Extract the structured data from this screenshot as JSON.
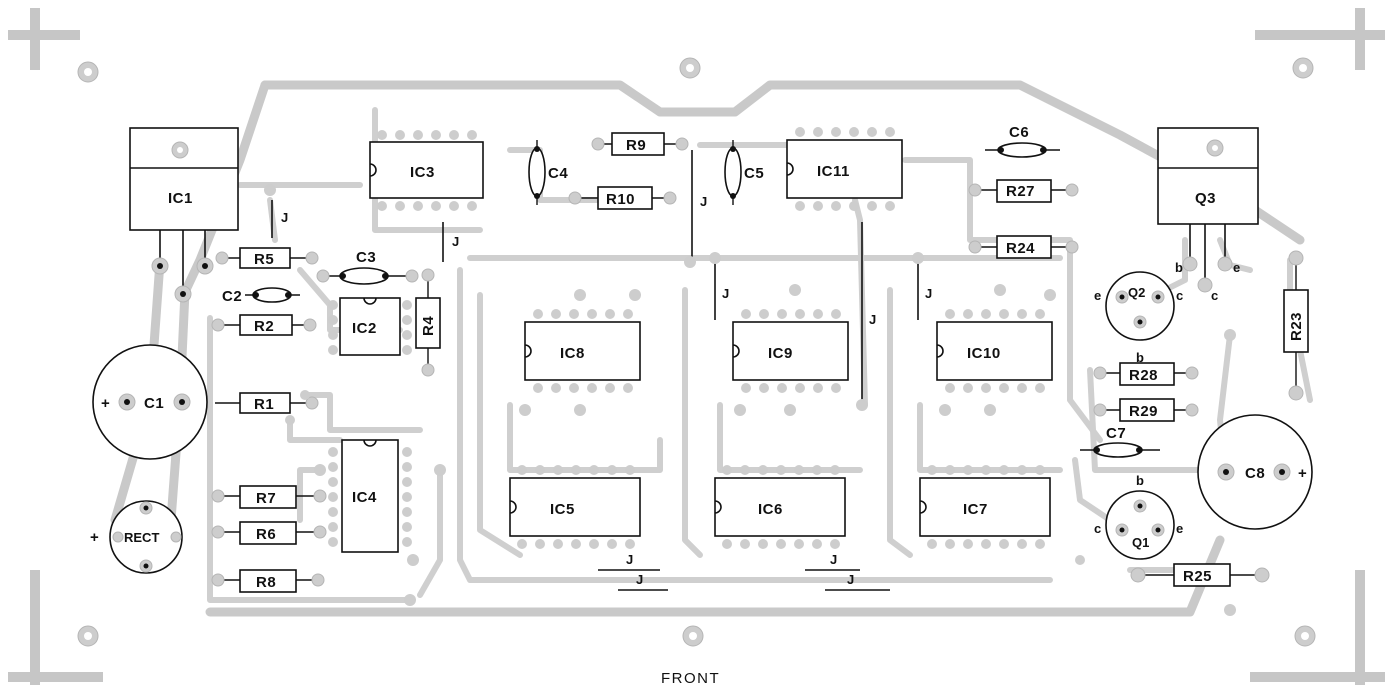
{
  "board": {
    "caption": "FRONT",
    "jumper_label": "J"
  },
  "ics": [
    {
      "id": "ic1",
      "label": "IC1"
    },
    {
      "id": "ic2",
      "label": "IC2"
    },
    {
      "id": "ic3",
      "label": "IC3"
    },
    {
      "id": "ic4",
      "label": "IC4"
    },
    {
      "id": "ic5",
      "label": "IC5"
    },
    {
      "id": "ic6",
      "label": "IC6"
    },
    {
      "id": "ic7",
      "label": "IC7"
    },
    {
      "id": "ic8",
      "label": "IC8"
    },
    {
      "id": "ic9",
      "label": "IC9"
    },
    {
      "id": "ic10",
      "label": "IC10"
    },
    {
      "id": "ic11",
      "label": "IC11"
    },
    {
      "id": "q3",
      "label": "Q3"
    }
  ],
  "resistors": [
    {
      "id": "r1",
      "label": "R1"
    },
    {
      "id": "r2",
      "label": "R2"
    },
    {
      "id": "r4",
      "label": "R4"
    },
    {
      "id": "r5",
      "label": "R5"
    },
    {
      "id": "r6",
      "label": "R6"
    },
    {
      "id": "r7",
      "label": "R7"
    },
    {
      "id": "r8",
      "label": "R8"
    },
    {
      "id": "r9",
      "label": "R9"
    },
    {
      "id": "r10",
      "label": "R10"
    },
    {
      "id": "r23",
      "label": "R23"
    },
    {
      "id": "r24",
      "label": "R24"
    },
    {
      "id": "r25",
      "label": "R25"
    },
    {
      "id": "r27",
      "label": "R27"
    },
    {
      "id": "r28",
      "label": "R28"
    },
    {
      "id": "r29",
      "label": "R29"
    }
  ],
  "capacitors": [
    {
      "id": "c1",
      "label": "C1"
    },
    {
      "id": "c2",
      "label": "C2"
    },
    {
      "id": "c3",
      "label": "C3"
    },
    {
      "id": "c4",
      "label": "C4"
    },
    {
      "id": "c5",
      "label": "C5"
    },
    {
      "id": "c6",
      "label": "C6"
    },
    {
      "id": "c7",
      "label": "C7"
    },
    {
      "id": "c8",
      "label": "C8"
    }
  ],
  "transistors": [
    {
      "id": "q1",
      "label": "Q1",
      "b": "b",
      "c": "c",
      "e": "e"
    },
    {
      "id": "q2",
      "label": "Q2",
      "b": "b",
      "c": "c",
      "e": "e"
    }
  ],
  "q3_pins": {
    "b": "b",
    "c": "c",
    "e": "e"
  },
  "rect": {
    "label": "RECT",
    "plus": "+"
  },
  "polarity": {
    "c1_plus": "+",
    "c8_plus": "+"
  }
}
